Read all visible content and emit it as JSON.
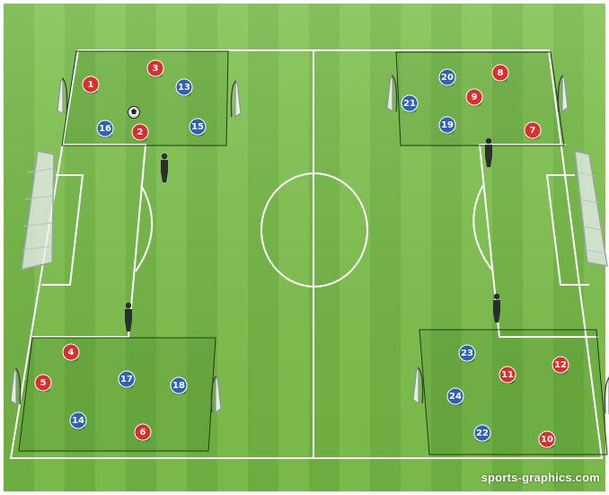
{
  "watermark": "sports-graphics.com",
  "colors": {
    "grass_light": "#7fc24e",
    "grass_dark": "#63a83a",
    "lines": "#ffffff",
    "zone_shade": "#3f7f24",
    "red_team": "#d9302e",
    "blue_team": "#2f62b7",
    "coach": "#2a2f2b"
  },
  "teams": {
    "red": {
      "color_key": "red_team",
      "numbers": [
        "1",
        "2",
        "3",
        "4",
        "5",
        "6",
        "7",
        "8",
        "9",
        "10",
        "11",
        "12"
      ]
    },
    "blue": {
      "color_key": "blue_team",
      "numbers": [
        "13",
        "14",
        "15",
        "16",
        "17",
        "18",
        "19",
        "20",
        "21",
        "22",
        "23",
        "24"
      ]
    }
  },
  "zones": [
    {
      "id": "top-left",
      "players": [
        "1",
        "3",
        "13",
        "16",
        "2",
        "15"
      ]
    },
    {
      "id": "top-right",
      "players": [
        "20",
        "8",
        "9",
        "21",
        "19",
        "7"
      ]
    },
    {
      "id": "bottom-left",
      "players": [
        "4",
        "5",
        "17",
        "18",
        "14",
        "6"
      ]
    },
    {
      "id": "bottom-right",
      "players": [
        "23",
        "12",
        "11",
        "24",
        "22",
        "10"
      ]
    }
  ],
  "coaches": 4,
  "mini_goals": 8,
  "full_goals": 2,
  "ball": {
    "zone": "top-left"
  }
}
